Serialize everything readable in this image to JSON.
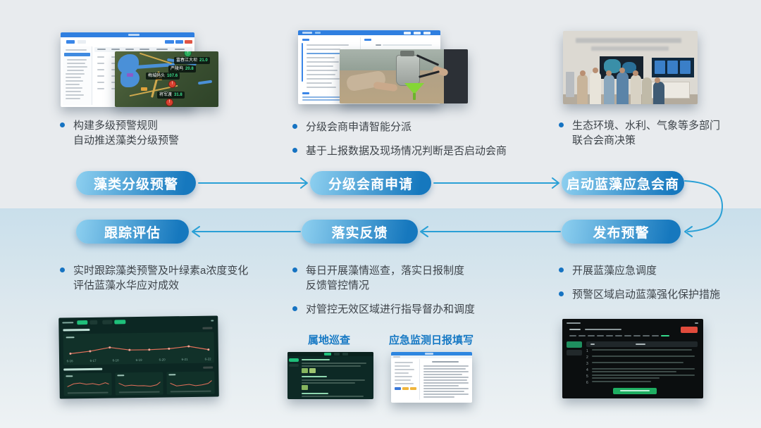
{
  "warning": {
    "b1": "构建多级预警规则",
    "b2": "自动推送藻类分级预警",
    "stations": [
      {
        "n": "富春江大坝",
        "v": "21.0"
      },
      {
        "n": "严陵坞",
        "v": "20.8"
      },
      {
        "n": "梅城码头",
        "v": "107.6"
      },
      {
        "n": "将军渡",
        "v": "31.8"
      }
    ]
  },
  "consult": {
    "b1": "分级会商申请智能分派",
    "b2": "基于上报数据及现场情况判断是否启动会商"
  },
  "decision": {
    "b1": "生态环境、水利、气象等多部门",
    "b2": "联合会商决策"
  },
  "flow": {
    "row1": [
      "藻类分级预警",
      "分级会商申请",
      "启动蓝藻应急会商"
    ],
    "row2": [
      "跟踪评估",
      "落实反馈",
      "发布预警"
    ]
  },
  "tracking": {
    "b1": "实时跟踪藻类预警及叶绿素a浓度变化",
    "b2": "评估蓝藻水华应对成效",
    "ticks": [
      "6-16",
      "6-17",
      "6-18",
      "6-19",
      "6-20",
      "6-21",
      "6-22"
    ]
  },
  "feedback": {
    "b1": "每日开展藻情巡查，落实日报制度",
    "b2": "反馈管控情况",
    "b3": "对管控无效区域进行指导督办和调度",
    "label1": "属地巡查",
    "label2": "应急监测日报填写"
  },
  "publish": {
    "b1": "开展蓝藻应急调度",
    "b2": "预警区域启动蓝藻强化保护措施",
    "rows": [
      "1",
      "2",
      "3",
      "4",
      "5",
      "6"
    ]
  },
  "colors": {
    "pill_light": "#8ed0f0",
    "pill_dark": "#1678be",
    "arrow": "#2aa0d6",
    "bullet_dot": "#1673c2",
    "sub_label": "#1779c4",
    "band": "#c9dfeb"
  }
}
